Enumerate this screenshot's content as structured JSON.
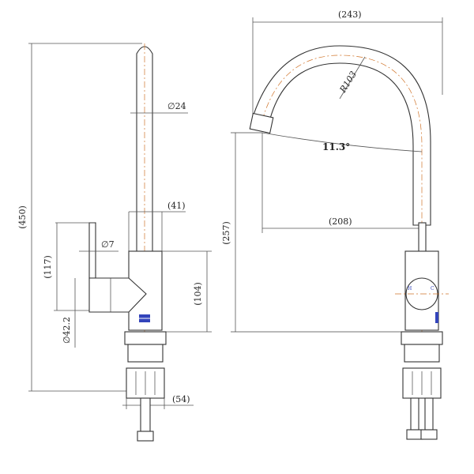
{
  "side_view": {
    "dim_total_height": "(450)",
    "dim_spout_diameter": "∅24",
    "dim_handle_bar": "(41)",
    "dim_lever_diameter": "∅7",
    "dim_handle_height": "(117)",
    "dim_body_height": "(104)",
    "dim_body_diameter": "∅42.2",
    "dim_base_width": "(54)"
  },
  "front_view": {
    "dim_overall_width": "(243)",
    "dim_bend_radius": "R103",
    "dim_angle": "11.3°",
    "dim_reach": "(208)",
    "dim_spout_height": "(257)",
    "handle_label_left": "H",
    "handle_label_right": "C"
  }
}
